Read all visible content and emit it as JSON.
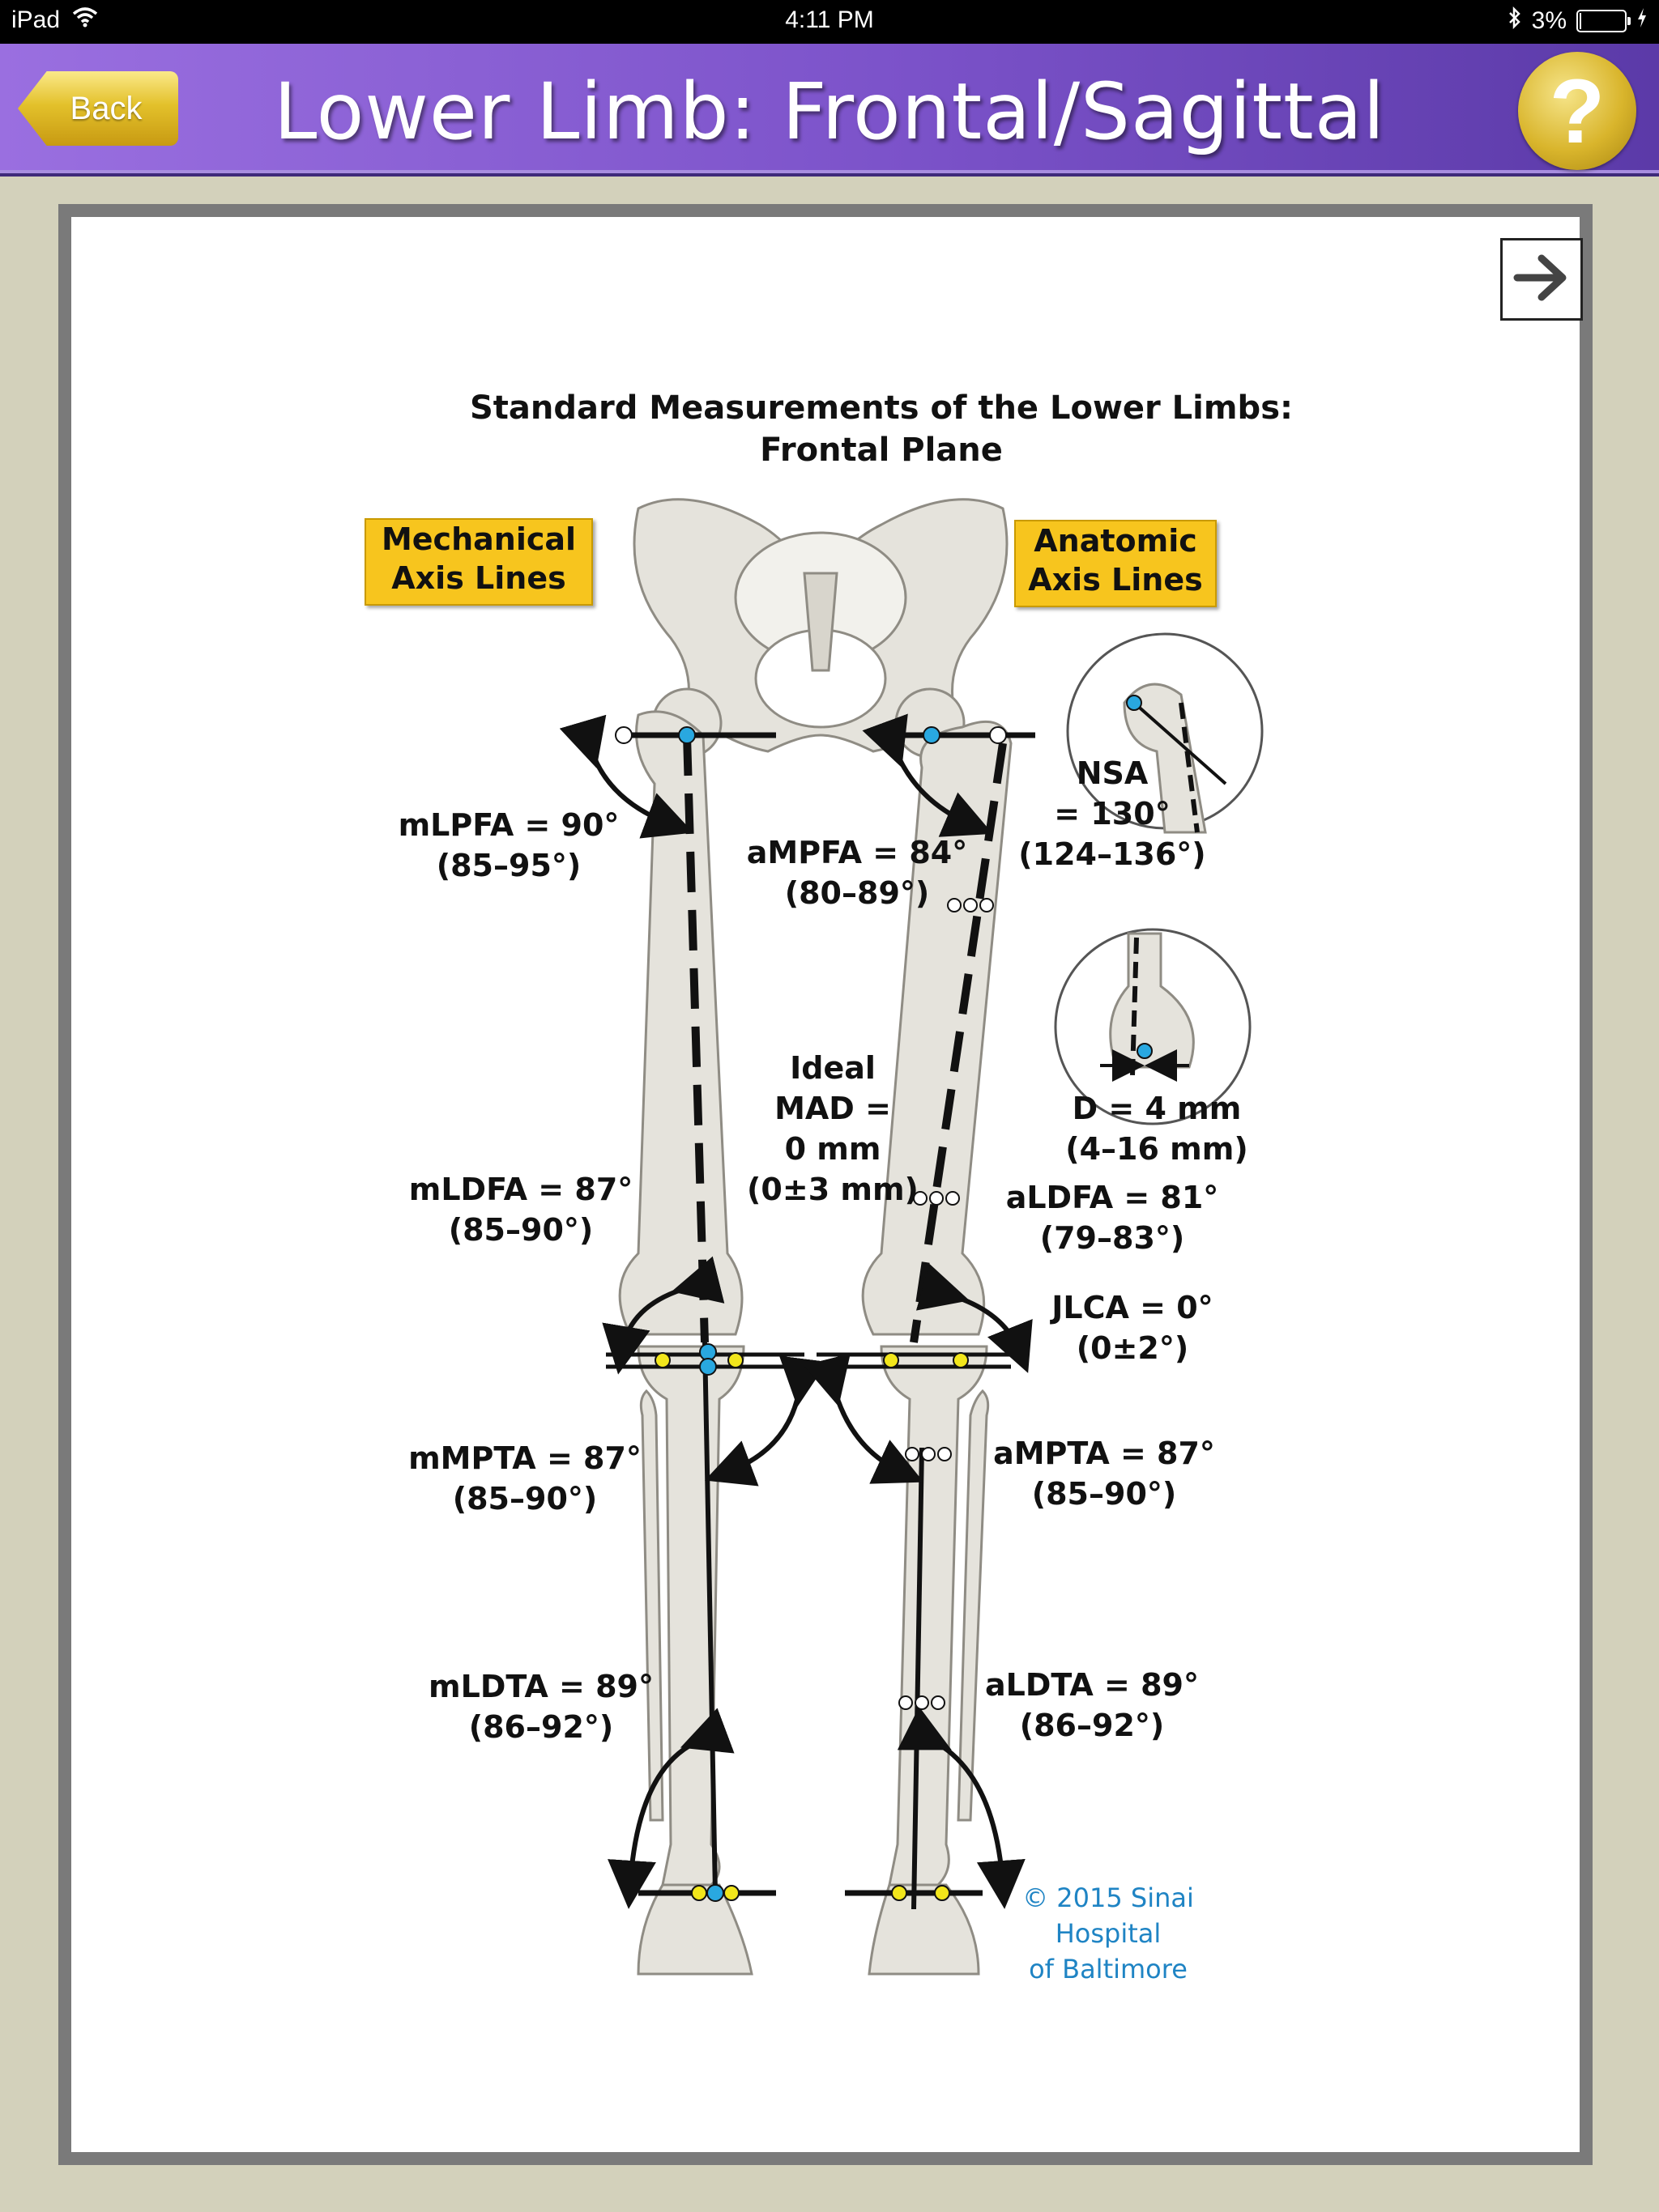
{
  "status_bar": {
    "device": "iPad",
    "time": "4:11 PM",
    "battery": "3%"
  },
  "header": {
    "back_label": "Back",
    "title": "Lower Limb: Frontal/Sagittal",
    "help_label": "?"
  },
  "colors": {
    "header_purple": "#7b52c9",
    "gold": "#e3c12b",
    "label_yellow": "#f7c51e",
    "point_blue": "#29a8e0",
    "point_yellow": "#f2e61b",
    "copyright_blue": "#1f84c4"
  },
  "figure": {
    "title_line1": "Standard Measurements of the Lower Limbs:",
    "title_line2": "Frontal Plane",
    "mechanical_label_l1": "Mechanical",
    "mechanical_label_l2": "Axis Lines",
    "anatomic_label_l1": "Anatomic",
    "anatomic_label_l2": "Axis Lines",
    "mlpfa": {
      "value": "mLPFA = 90°",
      "range": "(85–95°)"
    },
    "ampfa": {
      "value": "aMPFA = 84°",
      "range": "(80–89°)"
    },
    "nsa": {
      "l1": "NSA",
      "l2": "= 130°",
      "range": "(124–136°)"
    },
    "mad": {
      "l1": "Ideal",
      "l2": "MAD =",
      "l3": "0 mm",
      "l4": "(0±3 mm)"
    },
    "d": {
      "value": "D = 4 mm",
      "range": "(4–16 mm)"
    },
    "mldfa": {
      "value": "mLDFA = 87°",
      "range": "(85–90°)"
    },
    "aldfa": {
      "value": "aLDFA = 81°",
      "range": "(79–83°)"
    },
    "jlca": {
      "value": "JLCA = 0°",
      "range": "(0±2°)"
    },
    "mmpta": {
      "value": "mMPTA = 87°",
      "range": "(85–90°)"
    },
    "ampta": {
      "value": "aMPTA = 87°",
      "range": "(85–90°)"
    },
    "mldta": {
      "value": "mLDTA = 89°",
      "range": "(86–92°)"
    },
    "aldta": {
      "value": "aLDTA = 89°",
      "range": "(86–92°)"
    },
    "copyright_l1": "© 2015 Sinai Hospital",
    "copyright_l2": "of Baltimore"
  },
  "icons": {
    "back": "back-arrow-button",
    "help": "question-mark-icon",
    "next": "arrow-right-icon",
    "wifi": "wifi-icon",
    "bluetooth": "bluetooth-icon",
    "battery": "battery-icon",
    "charging": "charging-bolt-icon"
  }
}
